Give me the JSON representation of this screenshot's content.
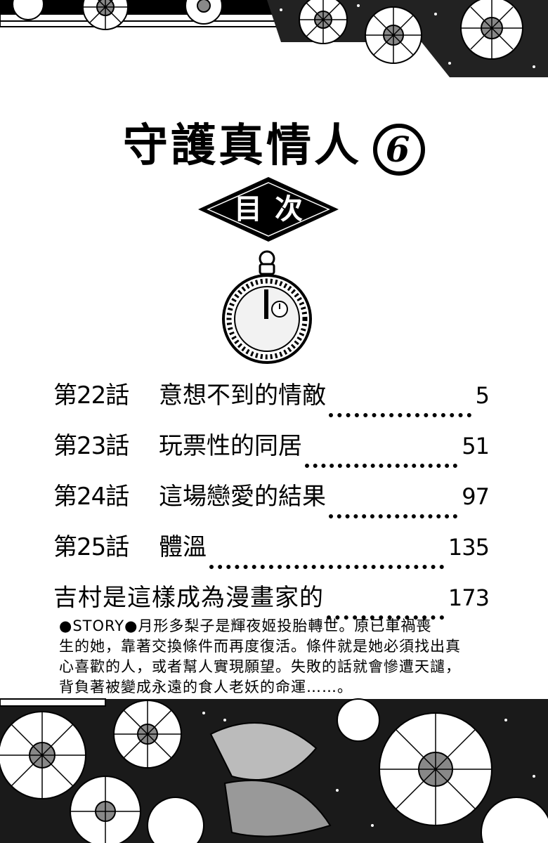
{
  "title": {
    "text": "守護真情人",
    "volume": "6"
  },
  "toc_heading": "目次",
  "toc": [
    {
      "number": "第22話",
      "title": "意想不到的情敵",
      "page": "5"
    },
    {
      "number": "第23話",
      "title": "玩票性的同居",
      "page": "51"
    },
    {
      "number": "第24話",
      "title": "這場戀愛的結果",
      "page": "97"
    },
    {
      "number": "第25話",
      "title": "體溫",
      "page": "135"
    }
  ],
  "extra": {
    "title": "吉村是這樣成為漫畫家的",
    "page": "173"
  },
  "story": {
    "lines": [
      "●STORY●月形多梨子是輝夜姬投胎轉世。原已車禍喪",
      "生的她，靠著交換條件而再度復活。條件就是她必須找出真",
      "心喜歡的人，或者幫人實現願望。失敗的話就會慘遭天譴，",
      "背負著被變成永遠的食人老妖的命運……。"
    ]
  },
  "icons": {
    "top": "flower-border-icon",
    "watch": "pocket-watch-icon",
    "bottom": "flower-border-icon"
  }
}
